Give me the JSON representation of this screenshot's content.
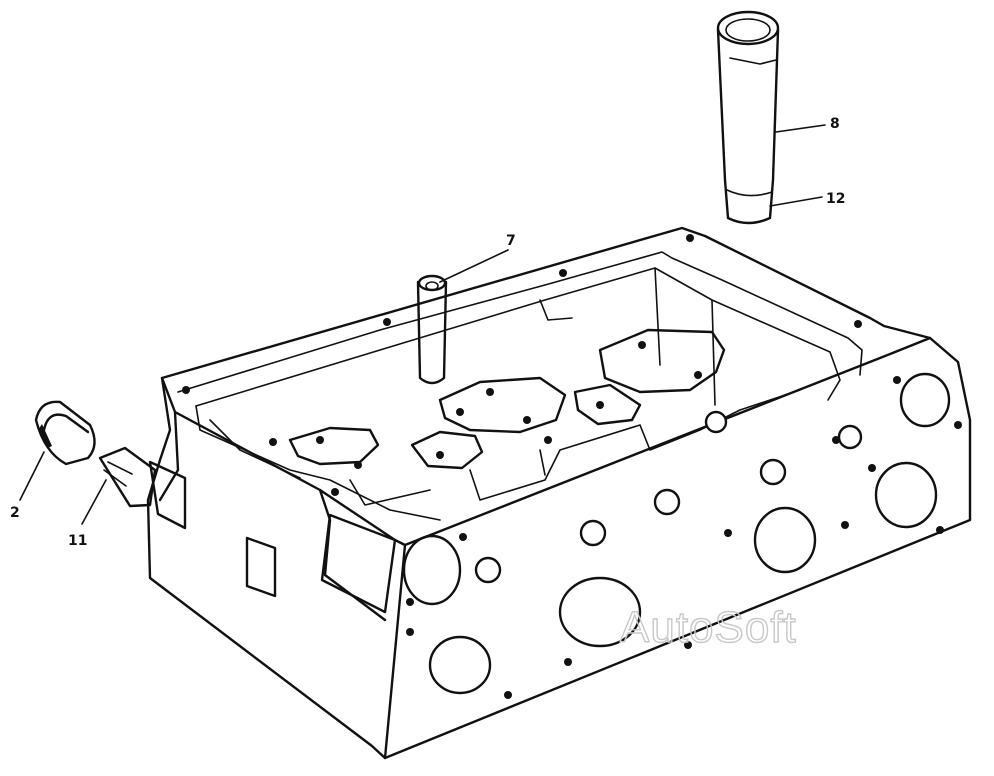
{
  "callouts": [
    {
      "id": "c2",
      "label": "2"
    },
    {
      "id": "c11",
      "label": "11"
    },
    {
      "id": "c7",
      "label": "7"
    },
    {
      "id": "c8",
      "label": "8"
    },
    {
      "id": "c12",
      "label": "12"
    }
  ],
  "watermark": "AutoSoft"
}
